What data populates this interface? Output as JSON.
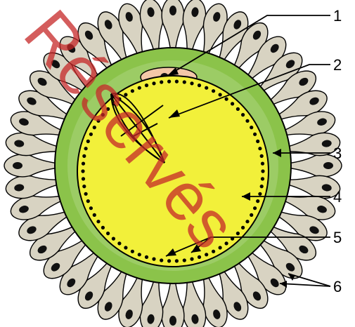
{
  "labels": [
    "1",
    "2",
    "3",
    "4",
    "5",
    "6"
  ],
  "watermark": "Réservés",
  "colors": {
    "cell_body": "#d8d3c2",
    "cell_outline": "#000000",
    "nucleus": "#111111",
    "zona": "#8bc34a",
    "zona_inner": "#9ccc65",
    "cytoplasm": "#f2f03a",
    "polar_body": "#f3c7a8",
    "watermark": "#c62828"
  }
}
